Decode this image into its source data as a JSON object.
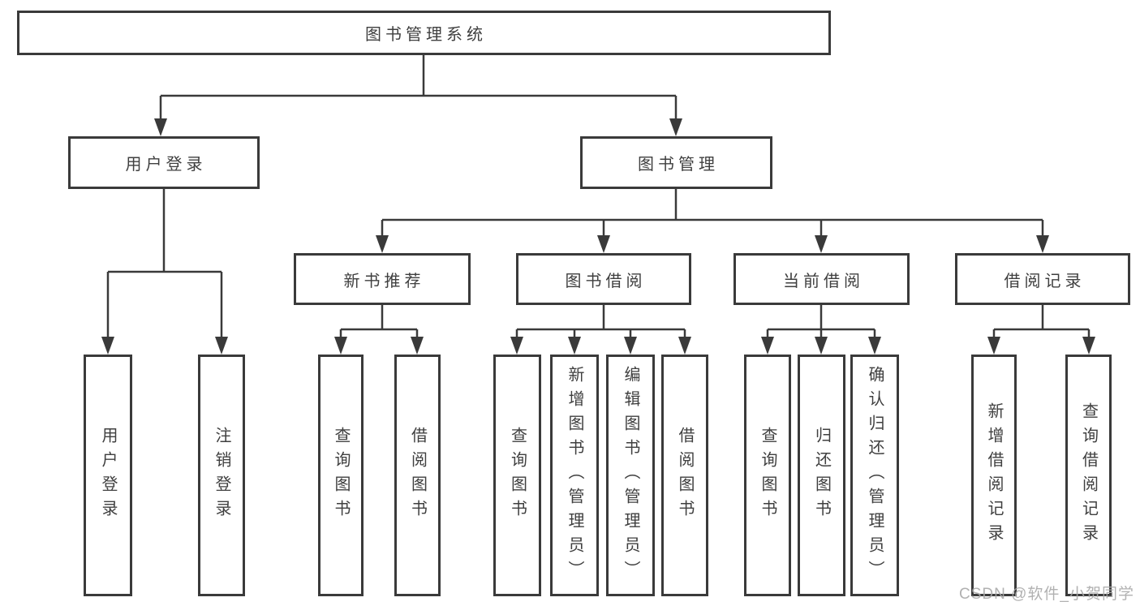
{
  "diagram": {
    "root": {
      "label": "图书管理系统"
    },
    "branches": [
      {
        "label": "用户登录",
        "children": [
          "用户登录",
          "注销登录"
        ]
      },
      {
        "label": "图书管理",
        "children": [
          {
            "label": "新书推荐",
            "children": [
              "查询图书",
              "借阅图书"
            ]
          },
          {
            "label": "图书借阅",
            "children": [
              "查询图书",
              "新增图书（管理员）",
              "编辑图书（管理员）",
              "借阅图书"
            ]
          },
          {
            "label": "当前借阅",
            "children": [
              "查询图书",
              "归还图书",
              "确认归还（管理员）"
            ]
          },
          {
            "label": "借阅记录",
            "children": [
              "新增借阅记录",
              "查询借阅记录"
            ]
          }
        ]
      }
    ]
  },
  "watermark": {
    "text": "CSDN @软件_小贺同学",
    "color": "#a8a8a8"
  },
  "colors": {
    "line": "#3a3a3a",
    "box_border": "#3a3a3a",
    "box_fill": "#ffffff",
    "text": "#3f3f3f",
    "background": "#ffffff"
  }
}
